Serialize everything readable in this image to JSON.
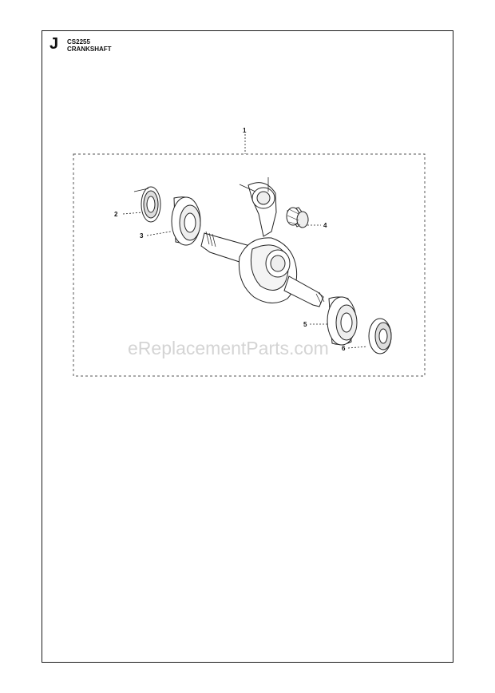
{
  "header": {
    "section_letter": "J",
    "model": "CS2255",
    "title": "CRANKSHAFT"
  },
  "watermark": "eReplacementParts.com",
  "callouts": [
    {
      "id": "1",
      "label": "1"
    },
    {
      "id": "2",
      "label": "2"
    },
    {
      "id": "3",
      "label": "3"
    },
    {
      "id": "4",
      "label": "4"
    },
    {
      "id": "5",
      "label": "5"
    },
    {
      "id": "6",
      "label": "6"
    }
  ],
  "colors": {
    "line": "#222222",
    "watermark": "#d4d4d4"
  }
}
